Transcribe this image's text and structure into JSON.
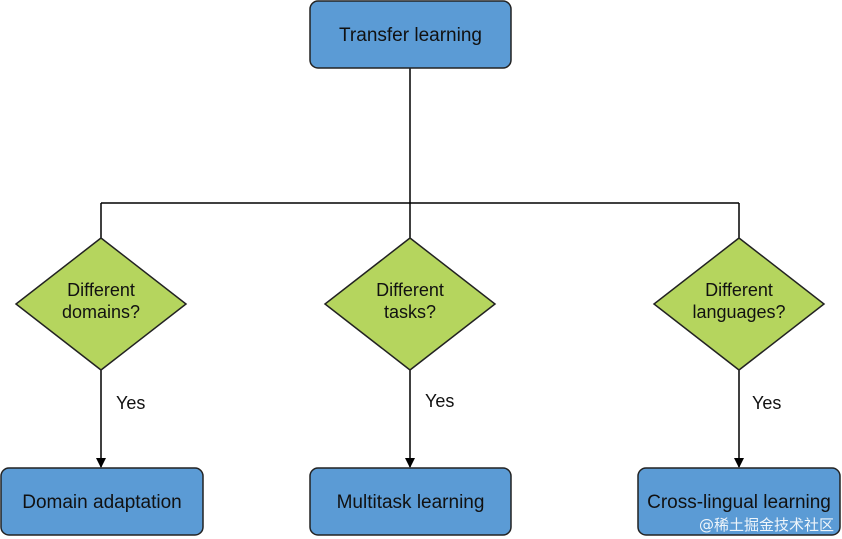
{
  "colors": {
    "box_fill": "#5b9bd5",
    "diamond_fill": "#b5d55e",
    "line": "#000000"
  },
  "root": {
    "label": "Transfer learning"
  },
  "decisions": [
    {
      "line1": "Different",
      "line2": "domains?"
    },
    {
      "line1": "Different",
      "line2": "tasks?"
    },
    {
      "line1": "Different",
      "line2": "languages?"
    }
  ],
  "edges": {
    "yes_label": "Yes"
  },
  "outcomes": [
    {
      "label": "Domain adaptation"
    },
    {
      "label": "Multitask learning"
    },
    {
      "label": "Cross-lingual learning"
    }
  ],
  "watermark": {
    "text": "@稀土掘金技术社区"
  }
}
